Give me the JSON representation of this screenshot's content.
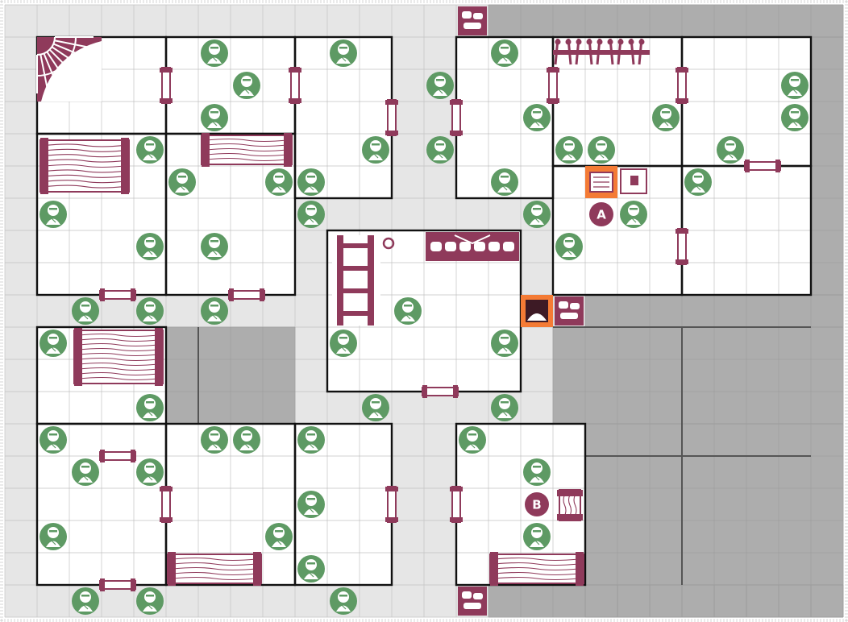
{
  "map": {
    "title": "",
    "markers": [
      {
        "id": "A",
        "label": "A"
      },
      {
        "id": "B",
        "label": "B"
      }
    ]
  },
  "colors": {
    "corridor": "#e6e6e6",
    "blocked": "#adadad",
    "room_floor": "#ffffff",
    "wall": "#111111",
    "grid": "#c2c2c2",
    "furniture": "#8f3a5b",
    "monster_token": "#5e9a64",
    "highlight": "#f47b35"
  },
  "icons": {
    "monster": "zombie-token-icon",
    "door": "door-icon",
    "rubble": "rubble-icon",
    "table": "table-icon",
    "chest": "chest-icon",
    "rack": "weapon-rack-icon",
    "stairs": "stairs-icon",
    "fireplace": "fireplace-icon",
    "torture_rack": "torture-rack-icon",
    "bookcase": "bookcase-icon"
  }
}
